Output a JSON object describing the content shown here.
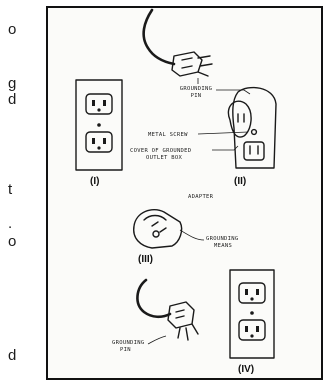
{
  "left_margin_fragments": [
    {
      "text": "o"
    },
    {
      "text": "g"
    },
    {
      "text": "d"
    },
    {
      "text": "t"
    },
    {
      "text": "."
    },
    {
      "text": "o"
    },
    {
      "text": "d"
    }
  ],
  "figure": {
    "labels": {
      "grounding_pin_top": [
        "GROUNDING",
        "PIN"
      ],
      "metal_screw": "METAL SCREW",
      "cover_outlet_box": [
        "COVER OF GROUNDED",
        "OUTLET BOX"
      ],
      "adapter": "ADAPTER",
      "grounding_means": [
        "GROUNDING",
        "MEANS"
      ],
      "grounding_pin_bottom": [
        "GROUNDING",
        "PIN"
      ]
    },
    "roman_numerals": {
      "one": "(I)",
      "two": "(II)",
      "three": "(III)",
      "four": "(IV)"
    }
  }
}
